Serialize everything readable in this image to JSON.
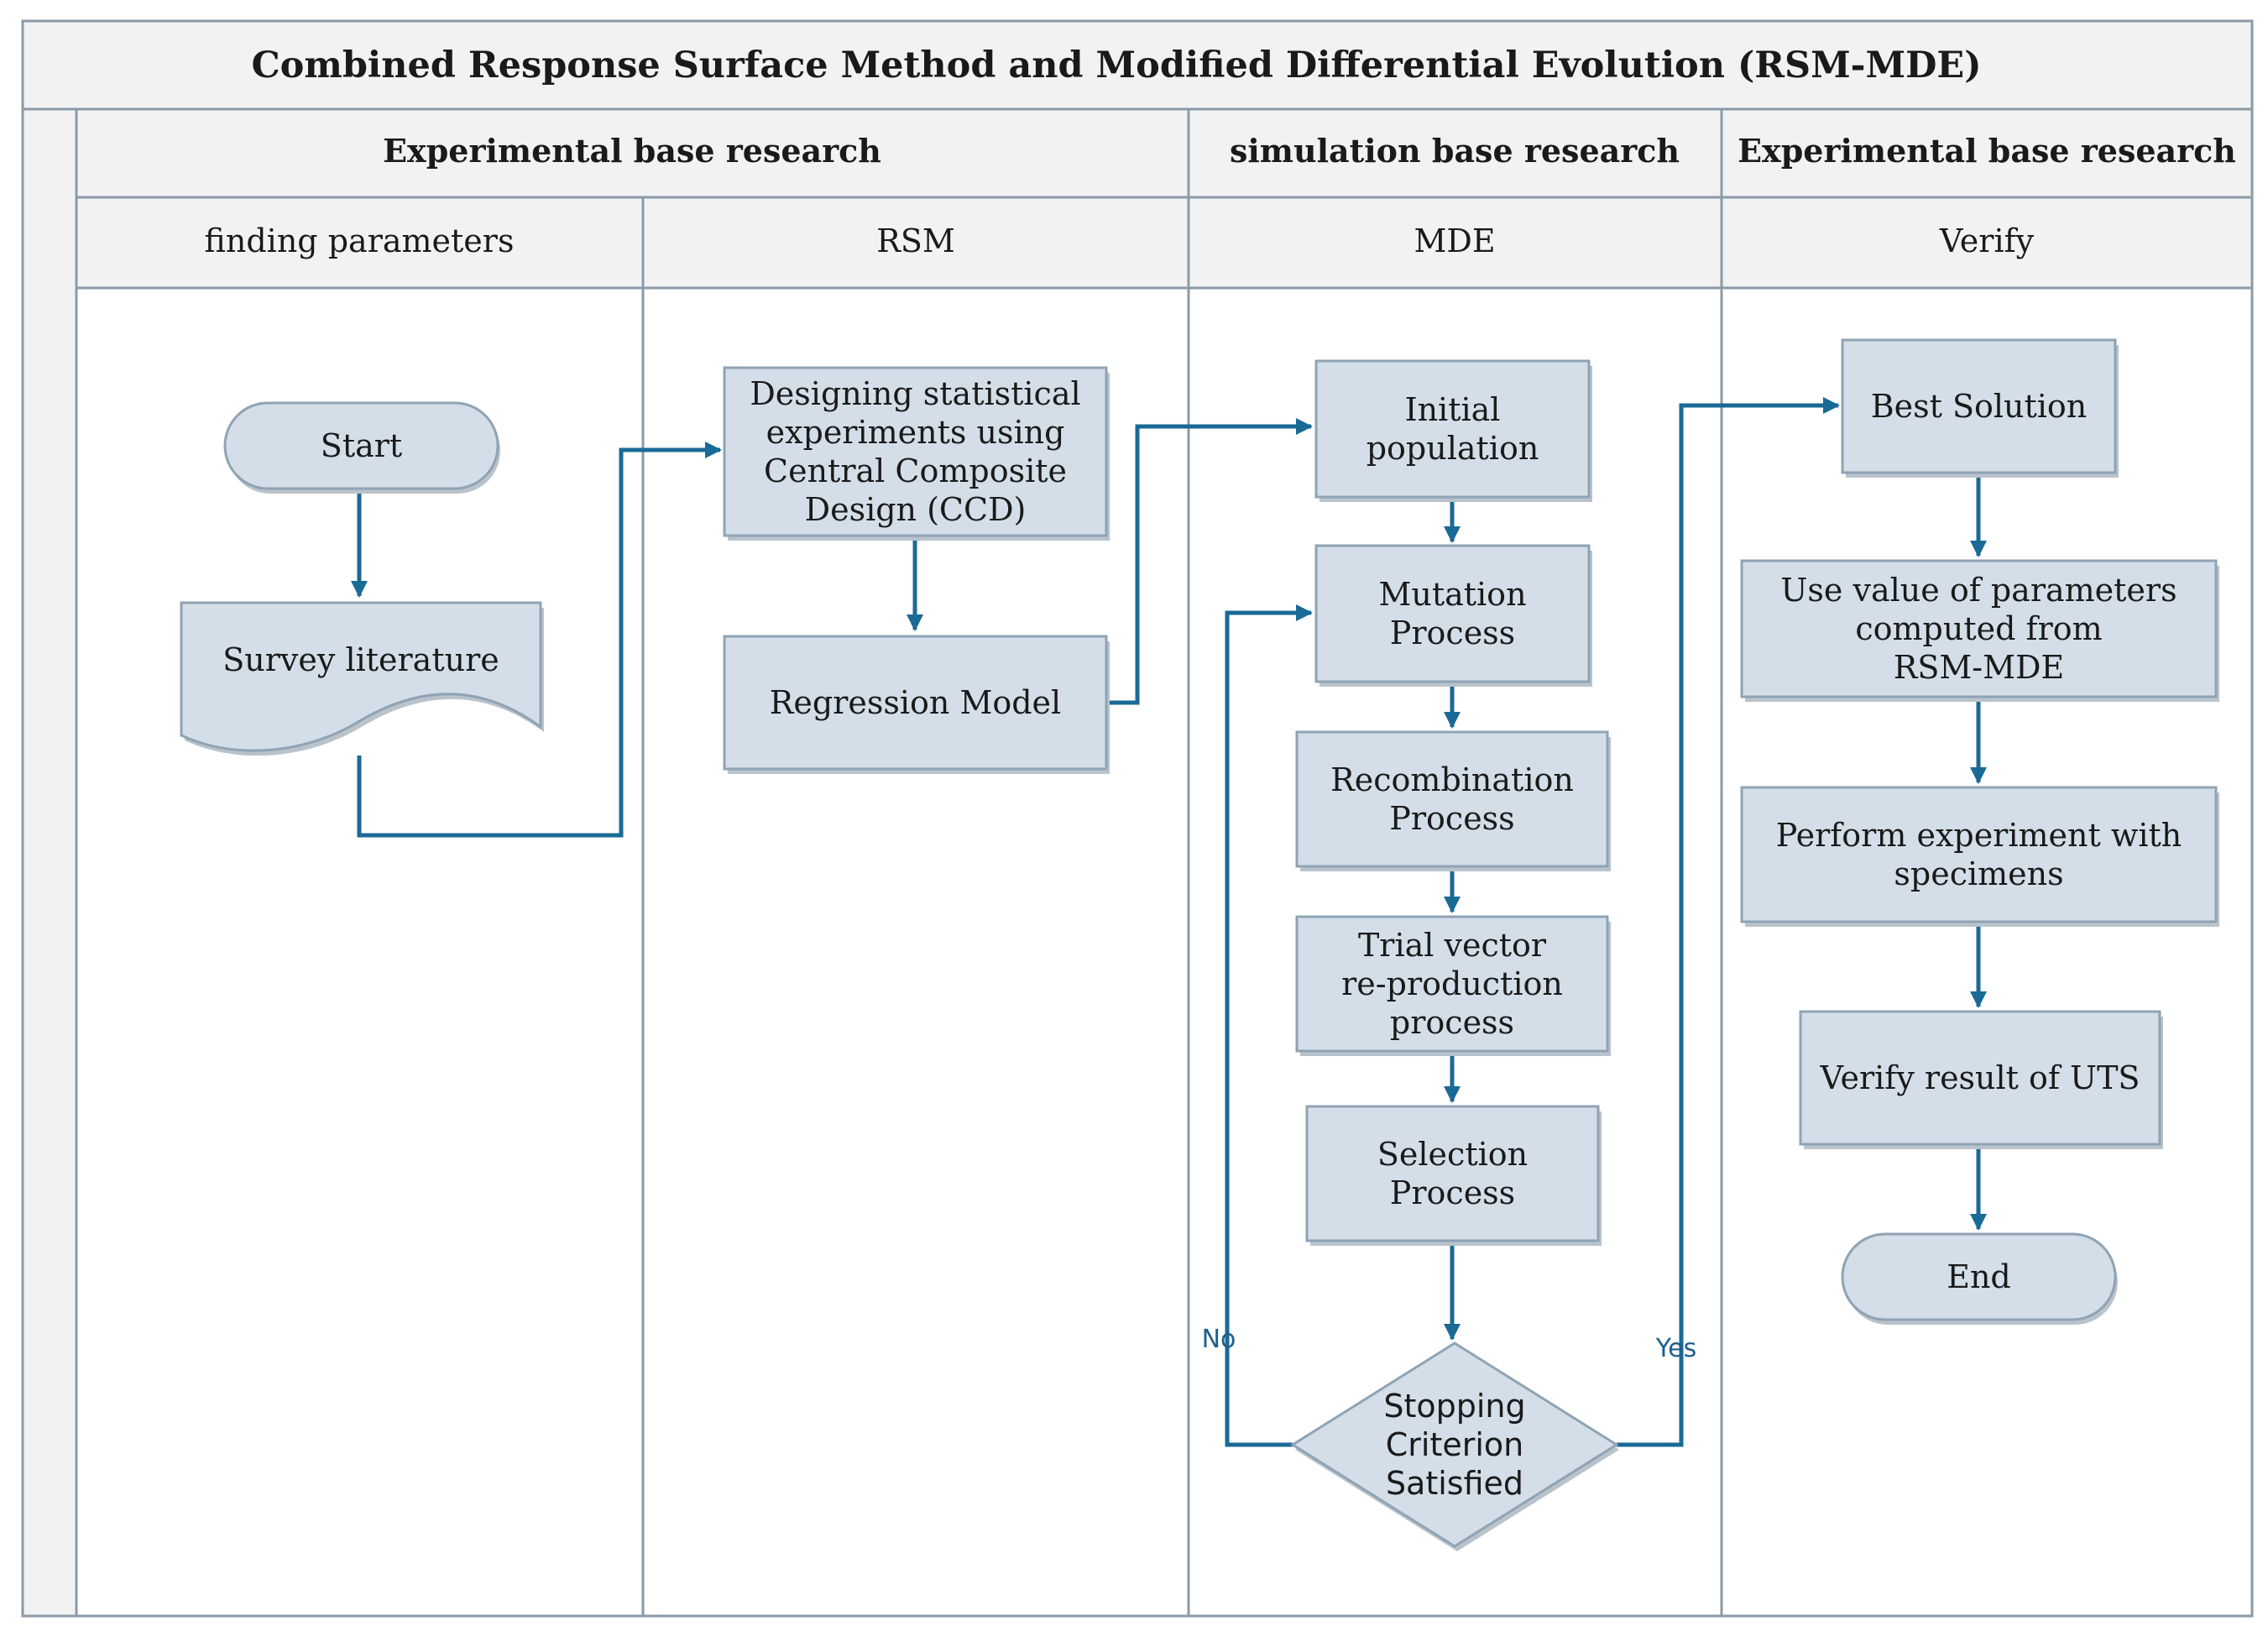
{
  "title": "Combined Response Surface Method and Modified Differential Evolution  (RSM-MDE)",
  "groups": [
    {
      "label": "Experimental base research"
    },
    {
      "label": "simulation base research"
    },
    {
      "label": "Experimental base research"
    }
  ],
  "lanes": [
    {
      "label": "finding parameters"
    },
    {
      "label": "RSM"
    },
    {
      "label": "MDE"
    },
    {
      "label": "Verify"
    }
  ],
  "nodes": {
    "start": {
      "shape": "terminator",
      "lines": [
        "Start"
      ]
    },
    "survey": {
      "shape": "document",
      "lines": [
        "Survey literature"
      ]
    },
    "design": {
      "shape": "process",
      "lines": [
        "Designing statistical",
        "experiments using",
        "Central Composite",
        "Design (CCD)"
      ]
    },
    "regression": {
      "shape": "process",
      "lines": [
        "Regression Model"
      ]
    },
    "initial": {
      "shape": "process",
      "lines": [
        "Initial",
        "population"
      ]
    },
    "mutation": {
      "shape": "process",
      "lines": [
        "Mutation",
        "Process"
      ]
    },
    "recombination": {
      "shape": "process",
      "lines": [
        "Recombination",
        "Process"
      ]
    },
    "trial": {
      "shape": "process",
      "lines": [
        "Trial vector",
        "re-production",
        "process"
      ]
    },
    "selection": {
      "shape": "process",
      "lines": [
        "Selection",
        "Process"
      ]
    },
    "stopping": {
      "shape": "decision",
      "lines": [
        "Stopping",
        "Criterion",
        "Satisfied"
      ]
    },
    "best": {
      "shape": "process",
      "lines": [
        "Best Solution"
      ]
    },
    "usevalue": {
      "shape": "process",
      "lines": [
        "Use value of parameters",
        "computed from",
        "RSM-MDE"
      ]
    },
    "perform": {
      "shape": "process",
      "lines": [
        "Perform experiment with",
        "specimens"
      ]
    },
    "verifyuts": {
      "shape": "process",
      "lines": [
        "Verify result of UTS"
      ]
    },
    "end": {
      "shape": "terminator",
      "lines": [
        "End"
      ]
    }
  },
  "edges": [
    {
      "from": "start",
      "to": "survey",
      "label": ""
    },
    {
      "from": "survey",
      "to": "design",
      "label": ""
    },
    {
      "from": "design",
      "to": "regression",
      "label": ""
    },
    {
      "from": "regression",
      "to": "initial",
      "label": ""
    },
    {
      "from": "initial",
      "to": "mutation",
      "label": ""
    },
    {
      "from": "mutation",
      "to": "recombination",
      "label": ""
    },
    {
      "from": "recombination",
      "to": "trial",
      "label": ""
    },
    {
      "from": "trial",
      "to": "selection",
      "label": ""
    },
    {
      "from": "selection",
      "to": "stopping",
      "label": ""
    },
    {
      "from": "stopping",
      "to": "mutation",
      "label": "No"
    },
    {
      "from": "stopping",
      "to": "best",
      "label": "Yes"
    },
    {
      "from": "best",
      "to": "usevalue",
      "label": ""
    },
    {
      "from": "usevalue",
      "to": "perform",
      "label": ""
    },
    {
      "from": "perform",
      "to": "verifyuts",
      "label": ""
    },
    {
      "from": "verifyuts",
      "to": "end",
      "label": ""
    }
  ],
  "colors": {
    "node_fill": "#d3dee8",
    "node_border": "#8fa3b3",
    "arrow": "#1a6a96",
    "header_fill": "#f2f2f2",
    "frame": "#8a9aa8"
  }
}
